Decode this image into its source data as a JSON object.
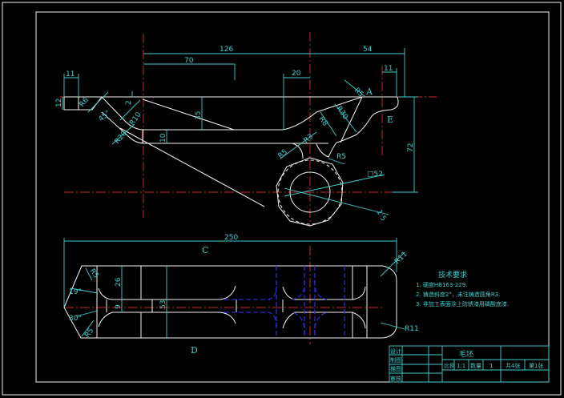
{
  "top_view": {
    "dims": {
      "d126": "126",
      "d54": "54",
      "d70": "70",
      "d20": "20",
      "d11_left": "11",
      "d11_right": "11",
      "d12": "12",
      "d2": "2",
      "d35": "35",
      "d10": "10",
      "d72": "72",
      "r6": "R6",
      "r10": "R10",
      "r20": "R20",
      "r5a": "R5",
      "r30": "R30",
      "r8": "R8",
      "r3": "R3",
      "r5b": "R5",
      "r5c": "R5",
      "sq52": "□52",
      "deg45": "45°",
      "phi": "1:5"
    },
    "labels": {
      "a": "A",
      "e": "E"
    }
  },
  "front_view": {
    "dims": {
      "d250": "250",
      "d26": "26",
      "d9": "9",
      "d53": "53",
      "r5a": "R5",
      "r5b": "R5",
      "r11a": "R11",
      "r11b": "R11",
      "deg19": "19°",
      "deg30": "30°"
    },
    "labels": {
      "c": "C",
      "d": "D"
    }
  },
  "tech_requirements": {
    "title": "技术要求",
    "items": [
      "1. 硬度HB163-229.",
      "2. 铸造斜度2°，未注铸造圆角R3.",
      "3. 非加工表面涂上防锈漆用磷酸底漆."
    ]
  },
  "title_block": {
    "part_name": "毛坯",
    "roles": [
      "设计",
      "制图",
      "描图",
      "审核"
    ],
    "scale_label": "比例",
    "scale_value": "1:1",
    "qty_label": "数量",
    "qty_value": "1",
    "sheets_total": "共4张",
    "sheet_no": "第1张"
  },
  "colors": {
    "outline": "#f4f4f4",
    "centerline": "#c8262c",
    "hidden": "#2b2bd0",
    "dimension": "#3fd0cf",
    "background": "#000000"
  }
}
